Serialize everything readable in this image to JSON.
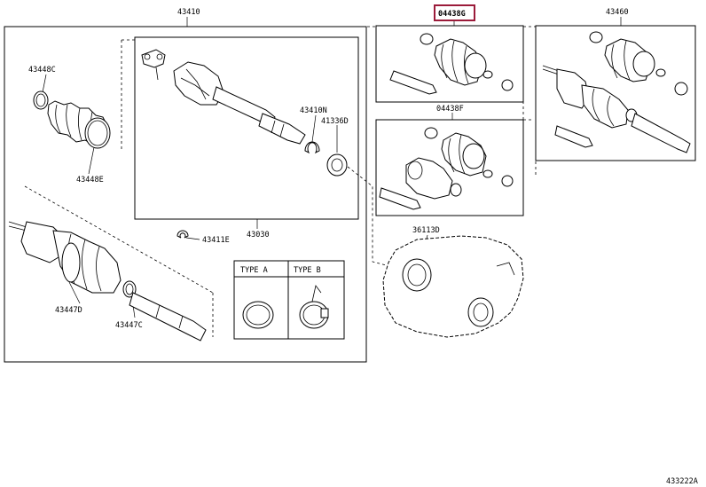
{
  "labels": {
    "main_assembly": "43410",
    "kit_highlighted": "04438G",
    "assembly_right": "43460",
    "kit_lower": "04438F",
    "clamp_c": "43448C",
    "clamp_e": "43448E",
    "ring_n": "43410N",
    "seal_d": "41336D",
    "inner_shaft": "43030",
    "snap_ring": "43411E",
    "seal_case": "36113D",
    "boot_d": "43447D",
    "boot_c": "43447C",
    "type_a": "TYPE  A",
    "type_b": "TYPE  B",
    "figure_code": "433222A"
  },
  "colors": {
    "highlight_border": "#9b1b3a"
  }
}
